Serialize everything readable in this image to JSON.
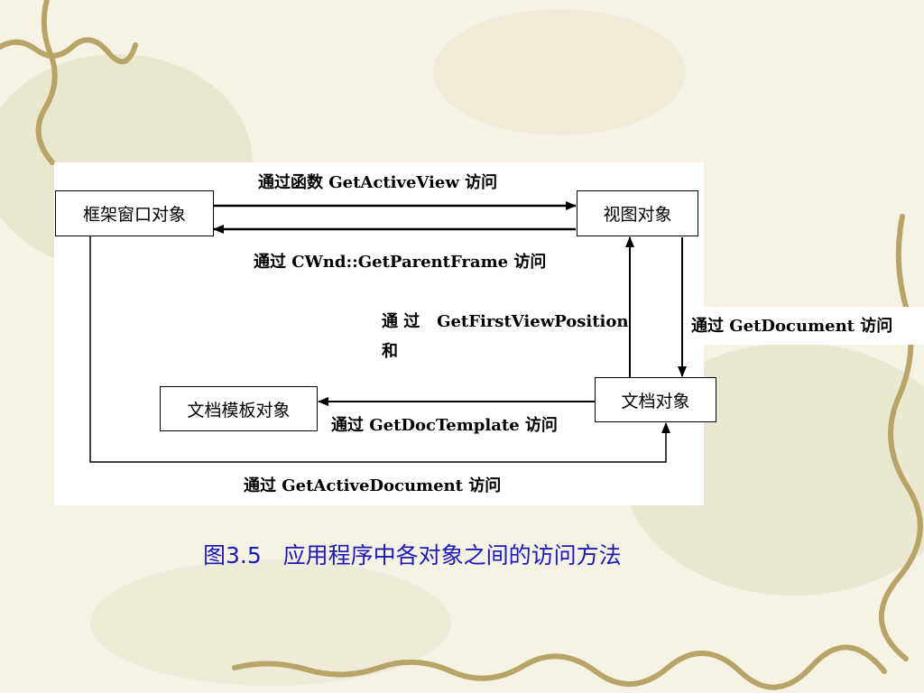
{
  "nodes": {
    "frame_window": "框架窗口对象",
    "view": "视图对象",
    "doc_template": "文档模板对象",
    "document": "文档对象"
  },
  "edges": {
    "get_active_view": "通过函数 GetActiveView 访问",
    "get_parent_frame": "通过 CWnd::GetParentFrame 访问",
    "get_first_view_line1": "通 过   GetFirstViewPosition",
    "get_first_view_line2": "和",
    "get_document": "通过 GetDocument 访问",
    "get_doc_template": "通过 GetDocTemplate 访问",
    "get_active_document": "通过 GetActiveDocument 访问"
  },
  "caption": "图3.5   应用程序中各对象之间的访问方法",
  "colors": {
    "caption": "#1a1ab8",
    "background": "#f6f2e4",
    "vine": "#b9a468"
  }
}
